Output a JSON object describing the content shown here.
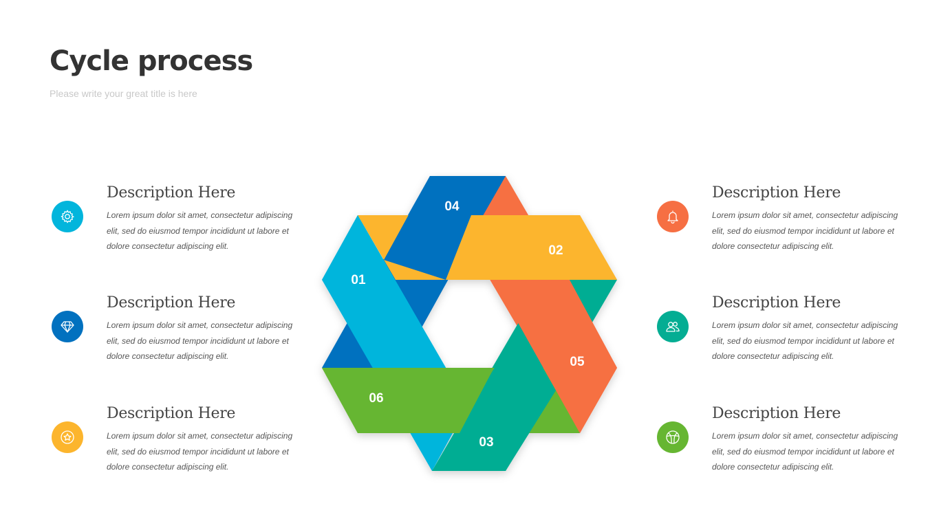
{
  "header": {
    "title": "Cycle process",
    "subtitle": "Please write your great title is here"
  },
  "colors": {
    "light_blue": "#02B5DC",
    "dark_blue": "#0271BF",
    "yellow": "#FCB52D",
    "orange": "#F66F43",
    "teal": "#04AD93",
    "green": "#66B632"
  },
  "items": [
    {
      "icon": "gear-icon",
      "color": "#02B5DC",
      "heading": "Description Here",
      "body": "Lorem ipsum dolor sit amet, consectetur  adipiscing elit, sed do eiusmod tempor incididunt ut labore et dolore consectetur  adipiscing elit."
    },
    {
      "icon": "diamond-icon",
      "color": "#0271BF",
      "heading": "Description Here",
      "body": "Lorem ipsum dolor sit amet, consectetur  adipiscing elit, sed do eiusmod tempor incididunt ut labore et dolore consectetur  adipiscing elit."
    },
    {
      "icon": "star-icon",
      "color": "#FCB52D",
      "heading": "Description Here",
      "body": "Lorem ipsum dolor sit amet, consectetur  adipiscing elit, sed do eiusmod tempor incididunt ut labore et dolore consectetur  adipiscing elit."
    },
    {
      "icon": "bell-icon",
      "color": "#F66F43",
      "heading": "Description Here",
      "body": "Lorem ipsum dolor sit amet, consectetur  adipiscing elit, sed do eiusmod tempor incididunt ut labore et dolore consectetur  adipiscing elit."
    },
    {
      "icon": "users-icon",
      "color": "#04AD93",
      "heading": "Description Here",
      "body": "Lorem ipsum dolor sit amet, consectetur  adipiscing elit, sed do eiusmod tempor incididunt ut labore et dolore consectetur  adipiscing elit."
    },
    {
      "icon": "basketball-icon",
      "color": "#66B632",
      "heading": "Description Here",
      "body": "Lorem ipsum dolor sit amet, consectetur  adipiscing elit, sed do eiusmod tempor incididunt ut labore et dolore consectetur  adipiscing elit."
    }
  ],
  "steps": [
    {
      "label": "01",
      "color": "#02B5DC"
    },
    {
      "label": "02",
      "color": "#FCB52D"
    },
    {
      "label": "03",
      "color": "#04AD93"
    },
    {
      "label": "04",
      "color": "#0271BF"
    },
    {
      "label": "05",
      "color": "#F66F43"
    },
    {
      "label": "06",
      "color": "#66B632"
    }
  ]
}
